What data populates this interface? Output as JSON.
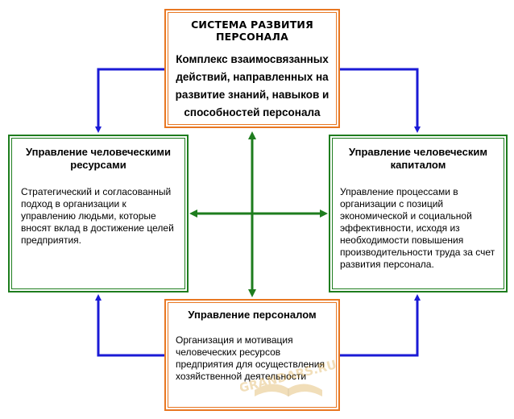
{
  "top_box": {
    "heading": "СИСТЕМА РАЗВИТИЯ ПЕРСОНАЛА",
    "description": "Комплекс взаимосвязанных действий, направленных на развитие знаний, навыков и способностей персонала"
  },
  "left_box": {
    "title": "Управление человеческими ресурсами",
    "text": "Стратегический и согласованный подход в организации к управлению людьми, которые вносят вклад в достижение целей предприятия."
  },
  "right_box": {
    "title": "Управление человеческим капиталом",
    "text": "Управление процессами в организации с позиций экономической и социальной эффективности, исходя из необходимости повышения производительности труда за счет развития персонала."
  },
  "bottom_box": {
    "title": "Управление персоналом",
    "text": "Организация и мотивация человеческих ресурсов предприятия для осуществления хозяйственной деятельности"
  },
  "watermark": {
    "text": "GRANDARS.RU"
  },
  "colors": {
    "orange_border": "#e87722",
    "green_border": "#1e7d1e",
    "blue_arrow": "#1a1ad6",
    "green_arrow": "#1e7d1e"
  }
}
